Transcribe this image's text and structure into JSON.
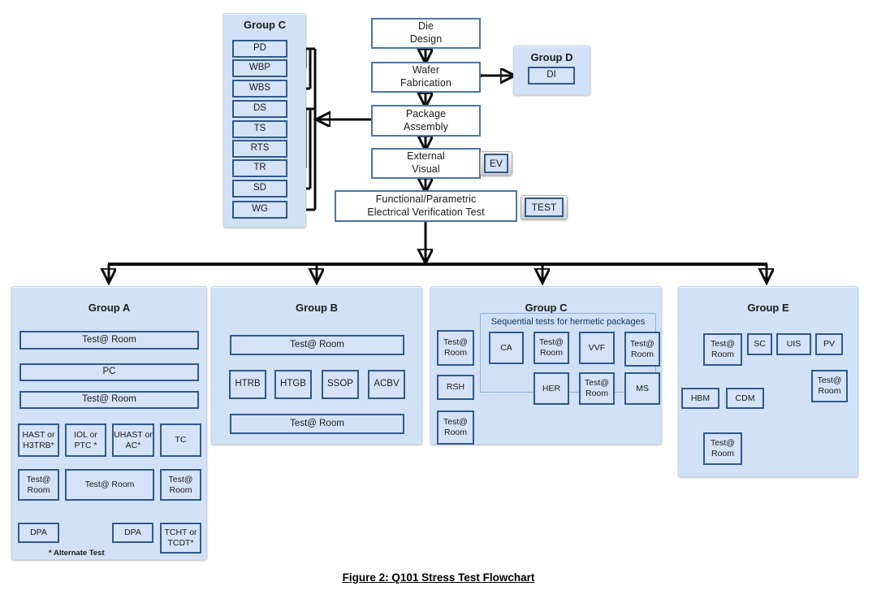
{
  "caption": "Figure 2:  Q101 Stress Test Flowchart",
  "colors": {
    "box_fill": "#d4e3f7",
    "box_border": "#31598c",
    "process_fill": "#ffffff",
    "process_border": "#4a77a8",
    "panel_fill": "#d2e2f6",
    "connector": "#0a0a0a"
  },
  "main_flow": {
    "steps": [
      {
        "label": "Die\nDesign"
      },
      {
        "label": "Wafer\nFabrication"
      },
      {
        "label": "Package\nAssembly"
      },
      {
        "label": "External\nVisual"
      },
      {
        "label": "Functional/Parametric\nElectrical Verification Test"
      }
    ],
    "badges": [
      {
        "label": "EV"
      },
      {
        "label": "TEST"
      }
    ]
  },
  "group_c_top": {
    "title": "Group C",
    "items": [
      "PD",
      "WBP",
      "WBS",
      "DS",
      "TS",
      "RTS",
      "TR",
      "SD",
      "WG"
    ]
  },
  "group_d": {
    "title": "Group D",
    "items": [
      "DI"
    ]
  },
  "group_a": {
    "title": "Group A",
    "row1": "Test@ Room",
    "row2": "PC",
    "row3": "Test@ Room",
    "stress": [
      "HAST or\nH3TRB*",
      "IOL or\nPTC *",
      "UHAST or\nAC*",
      "TC"
    ],
    "post": [
      "Test@\nRoom",
      "Test@ Room",
      "Test@\nRoom"
    ],
    "final": [
      "DPA",
      "DPA",
      "TCHT or\nTCDT*"
    ],
    "footnote": "* Alternate Test"
  },
  "group_b": {
    "title": "Group B",
    "top": "Test@ Room",
    "stress": [
      "HTRB",
      "HTGB",
      "SSOP",
      "ACBV"
    ],
    "bottom": "Test@ Room"
  },
  "group_c_bottom": {
    "title": "Group C",
    "left_chain": [
      "Test@\nRoom",
      "RSH",
      "Test@\nRoom"
    ],
    "subpanel_title": "Sequential tests for hermetic packages",
    "seq_row1": [
      "CA",
      "Test@\nRoom",
      "VVF",
      "Test@\nRoom"
    ],
    "seq_row2": [
      "HER",
      "Test@\nRoom",
      "MS"
    ]
  },
  "group_e": {
    "title": "Group E",
    "top_row": [
      "Test@\nRoom",
      "SC",
      "UIS",
      "PV"
    ],
    "esd": [
      "HBM",
      "CDM"
    ],
    "esd_result": "Test@\nRoom",
    "pv_result": "Test@\nRoom"
  }
}
